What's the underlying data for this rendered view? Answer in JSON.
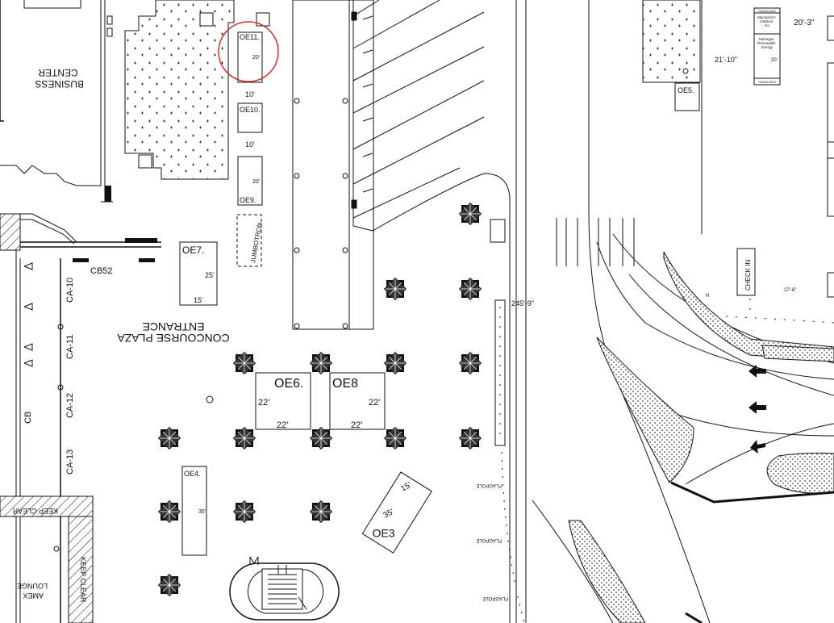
{
  "labels": {
    "business_center": "BUSINESS\nCENTER",
    "concourse_plaza": "CONCOURSE PLAZA",
    "entrance": "ENTRANCE",
    "amex_lounge": "AMEX\nLOUNGE",
    "keep_clear": "KEEP CLEAR",
    "jumbotron": "JUMBOTRON",
    "check_in": "CHECK IN",
    "cb": "CB",
    "cb52": "CB52",
    "flagpole": "FLAGPOLE"
  },
  "dimensions": {
    "d_245_9": "245'-9\"",
    "d_20_3": "20'-3\"",
    "d_21_10": "21'-10\"",
    "d_27_6": "27'-6\""
  },
  "booths": {
    "oe11": {
      "name": "OE11.",
      "dim": "20'"
    },
    "oe10": {
      "name": "OE10.",
      "gap_above": "10'",
      "gap_below": "10'"
    },
    "oe9": {
      "name": "OE9.",
      "dim": "20'"
    },
    "oe7": {
      "name": "OE7.",
      "w": "15'",
      "h": "25'"
    },
    "oe6": {
      "name": "OE6.",
      "w": "22'",
      "h": "22'"
    },
    "oe8": {
      "name": "OE8",
      "w": "22'",
      "h": "22'"
    },
    "oe4": {
      "name": "OE4.",
      "dim": "35'"
    },
    "oe3": {
      "name": "OE3",
      "w": "15'",
      "h": "35'"
    },
    "oe5": {
      "name": "OE5."
    }
  },
  "concourse_aisles": [
    "CA-10",
    "CA-11",
    "CA-12",
    "CA-13"
  ],
  "vendors": {
    "v1": "Macleans's\nOutdoor\nInc",
    "v1_id": "Out0113302",
    "v2": "Mohegan\nRenewable\nEnergy",
    "v2_dim": "20'",
    "v2_id": "Out0113303"
  },
  "colors": {
    "highlight_circle": "#d0312d",
    "ink": "#111111"
  }
}
